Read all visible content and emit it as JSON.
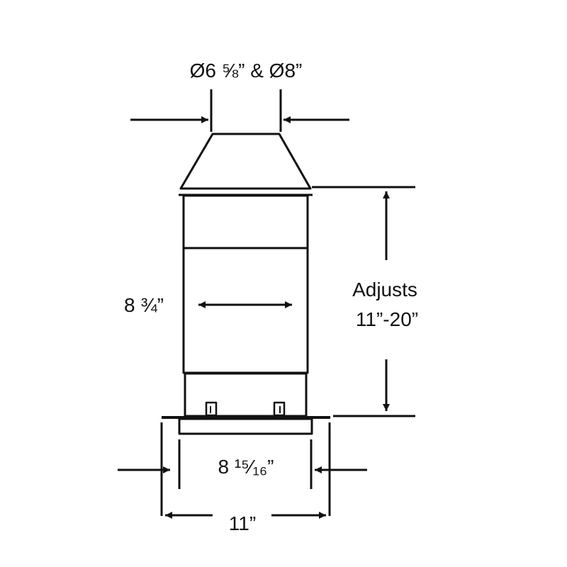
{
  "dimensions": {
    "top_diameter": "Ø6 ⅝” & Ø8”",
    "body_width": "8 ¾”",
    "adjust_line1": "Adjusts",
    "adjust_line2": "11”-20”",
    "inner_base": "8 ¹⁵⁄₁₆”",
    "outer_base": "11”"
  },
  "colors": {
    "stroke": "#111111",
    "background": "#ffffff"
  }
}
